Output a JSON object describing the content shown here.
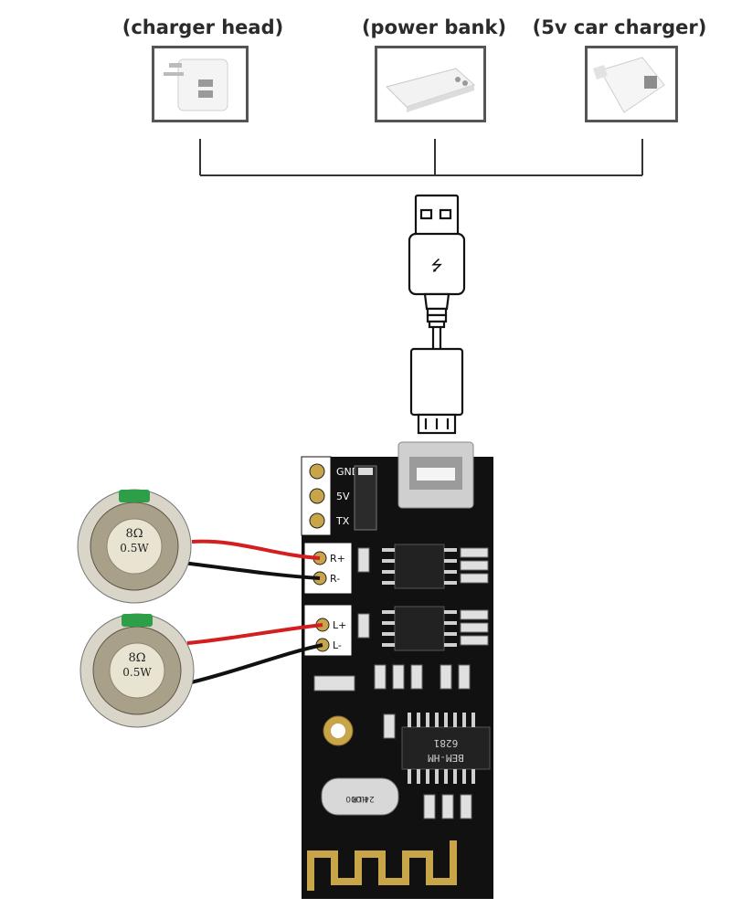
{
  "labels": {
    "charger_head": "(charger head)",
    "power_bank": "(power bank)",
    "car_charger": "(5v car charger)"
  },
  "speaker": {
    "impedance": "8Ω",
    "power": "0.5W"
  },
  "board": {
    "pins": [
      "GND",
      "5V",
      "TX"
    ],
    "out_right_pos": "R+",
    "out_right_neg": "R-",
    "out_left_pos": "L+",
    "out_left_neg": "L-",
    "module_code": "BEM-HM",
    "module_code_2": "6281",
    "crystal_1": "HLR",
    "crystal_2": "24.000"
  },
  "colors": {
    "board": "#111111",
    "wire_red": "#d31f1f",
    "wire_black": "#111111",
    "gold": "#c9a54a"
  }
}
